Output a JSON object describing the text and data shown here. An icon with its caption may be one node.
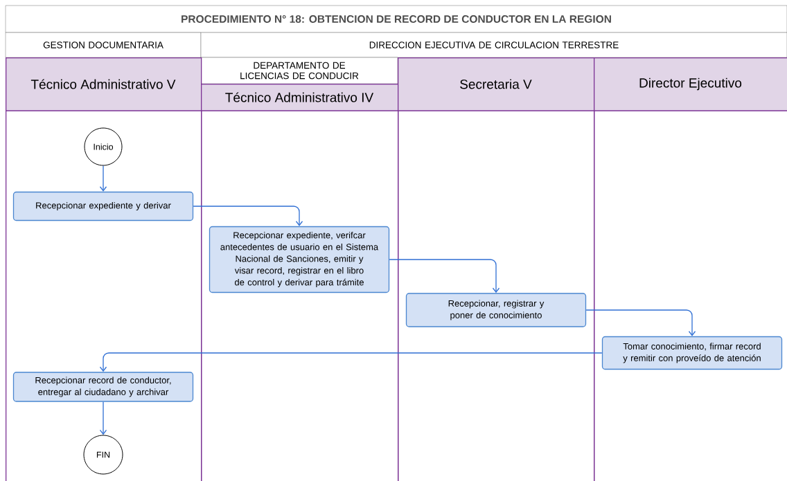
{
  "diagram": {
    "title": "PROCEDIMIENTO N° 18: OBTENCION DE RECORD DE CONDUCTOR EN LA REGION",
    "nodes": [
      {
        "text": [
          "GESTION DOCUMENTARIA"
        ]
      },
      {
        "text": [
          "DIRECCION EJECUTIVA DE CIRCULACION TERRESTRE"
        ]
      },
      {
        "text": [
          "DEPARTAMENTO DE LICENCIAS DE CONDUCIR"
        ]
      },
      {
        "text": [
          "Técnico Administrativo V"
        ]
      },
      {
        "text": [
          "Técnico Administrativo IV"
        ]
      },
      {
        "text": [
          "Secretaria V"
        ]
      },
      {
        "text": [
          "Director Ejecutivo"
        ]
      },
      {
        "text": [
          "Inicio"
        ],
        "in": 3
      },
      {
        "text": [
          "Recepcionar expediente y derivar"
        ],
        "in": 3
      },
      {
        "text": [
          "Recepcionar expediente, verifcar antecedentes de usuario en el Sistema Nacional de Sanciones, emitir y visar record, registrar en el libro de control y derivar para trámite"
        ],
        "in": 4
      },
      {
        "text": [
          "Recepcionar, registrar y poner de conocimiento"
        ],
        "in": 5
      },
      {
        "text": [
          "Tomar conocimiento, firmar record y remitir con proveído de atención"
        ],
        "in": 6
      },
      {
        "text": [
          "Recepcionar record de conductor, entregar al ciudadano y archivar"
        ],
        "in": 3
      },
      {
        "text": [
          "FIN"
        ],
        "in": 3
      }
    ],
    "edges": [
      {
        "from": 7,
        "to": 8,
        "arrow": "to"
      },
      {
        "from": 8,
        "to": 9,
        "arrow": "to"
      },
      {
        "from": 9,
        "to": 10,
        "arrow": "to"
      },
      {
        "from": 10,
        "to": 11,
        "arrow": "to"
      },
      {
        "from": 11,
        "to": 12,
        "arrow": "to"
      },
      {
        "from": 12,
        "to": 13,
        "arrow": "to"
      }
    ]
  }
}
